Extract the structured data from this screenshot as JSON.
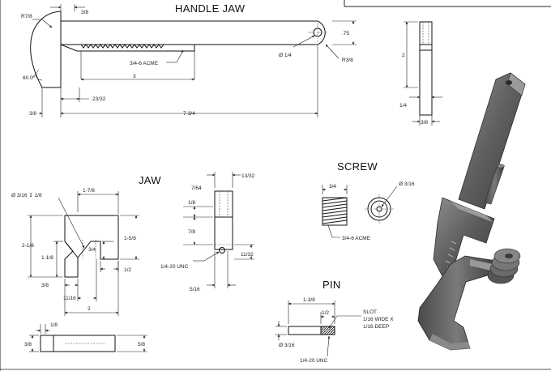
{
  "sheet": {
    "titles": {
      "handle_jaw": "HANDLE JAW",
      "jaw": "JAW",
      "screw": "SCREW",
      "pin": "PIN"
    },
    "handle_jaw_dims": {
      "r78": "R7/8",
      "d38_top": "3/8",
      "d75": ".75",
      "hole": "Ø 1/4",
      "acme": "3/4-6 ACME",
      "r38": "R3/8",
      "angle": "60.0°",
      "d3": "3",
      "d2332": "23/32",
      "d38_bottom": "3/8",
      "d734": "7-3/4"
    },
    "side_view_dims": {
      "d2": "2",
      "d14": "1/4",
      "d38": "3/8"
    },
    "jaw_dims": {
      "hole_callout": "Ø 3/16 ↧ 1/8",
      "d1_78": "1-7/8",
      "d2_18": "2-1/8",
      "d1_58": "1-5/8",
      "d34": "3/4",
      "d1_18": "1-1/8",
      "d12": "1/2",
      "d38": "3/8",
      "d1116": "11/16",
      "d2": "2",
      "d18_bottom": "1/8",
      "d38_left": "3/8",
      "d58": "5/8"
    },
    "jaw_side_dims": {
      "d764": "7/64",
      "d1332": "13/32",
      "d18": "1/8",
      "d78": "7/8",
      "unc": "1/4-20 UNC",
      "d1132": "11/32",
      "d516": "5/16"
    },
    "screw_dims": {
      "d34": "3/4",
      "hole": "Ø 3/16",
      "acme": "3/4-6 ACME"
    },
    "pin_dims": {
      "d1_38": "1-3/8",
      "d12": "1/2",
      "slot_1": "SLOT",
      "slot_2": "1/16 WIDE X",
      "slot_3": "1/16 DEEP",
      "diam": "Ø 3/16",
      "unc": "1/4-20 UNC"
    }
  }
}
